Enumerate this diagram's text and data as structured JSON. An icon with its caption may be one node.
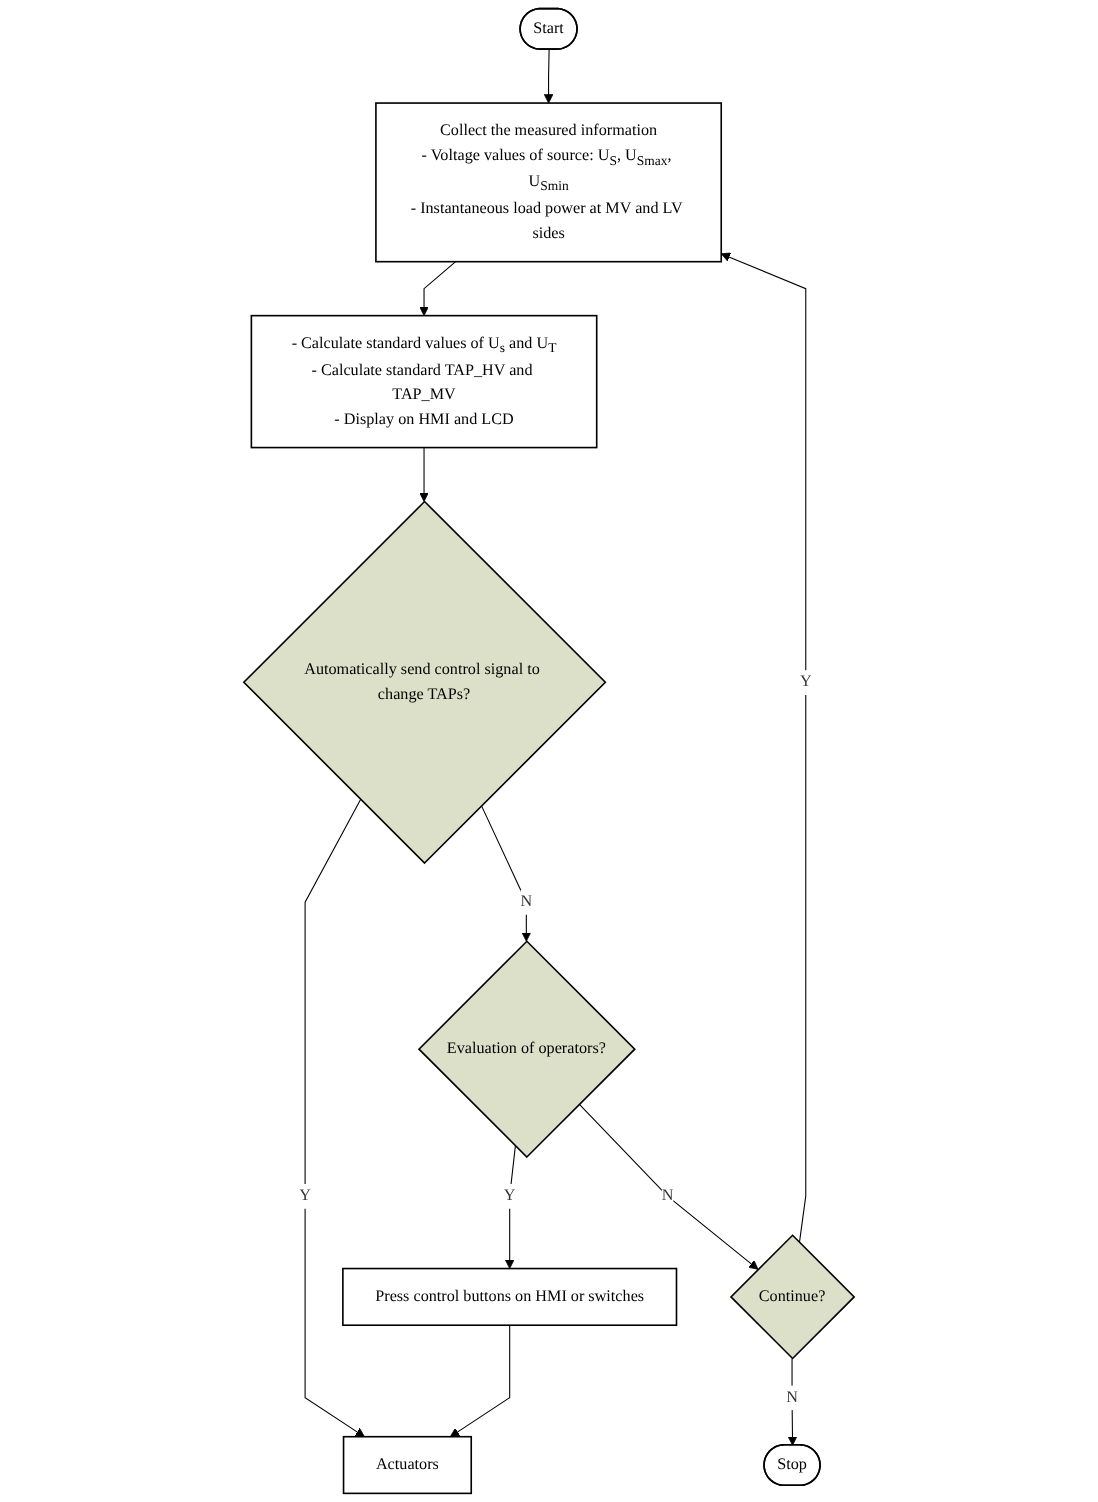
{
  "diagram": {
    "nodes": [
      {
        "text": [
          "Start"
        ]
      },
      {
        "text": [
          "Collect the measured information",
          "- Voltage values of source: U$_{S}$, U$_{Smax}$, U$_{Smin}$",
          "- Instantaneous load power at MV and LV sides"
        ]
      },
      {
        "text": [
          "- Calculate standard values of U$_{s}$ and U$_{T}$",
          "- Calculate standard TAP_HV and TAP_MV",
          "- Display on HMI and LCD"
        ]
      },
      {
        "text": [
          "Automatically send control signal to change TAPs?"
        ]
      },
      {
        "text": [
          "Actuators"
        ]
      },
      {
        "text": [
          "Evaluation of operators?"
        ]
      },
      {
        "text": [
          "Press control buttons on HMI or switches"
        ]
      },
      {
        "text": [
          "Continue?"
        ]
      },
      {
        "text": [
          "Stop"
        ]
      }
    ],
    "edges": [
      {
        "from": 0,
        "to": 1,
        "arrow": "to"
      },
      {
        "from": 1,
        "to": 2,
        "arrow": "to"
      },
      {
        "from": 2,
        "to": 3,
        "arrow": "to"
      },
      {
        "from": 3,
        "to": 4,
        "arrow": "to",
        "label": "Y"
      },
      {
        "from": 3,
        "to": 5,
        "arrow": "to",
        "label": "N"
      },
      {
        "from": 5,
        "to": 6,
        "arrow": "to",
        "label": "Y"
      },
      {
        "from": 6,
        "to": 4,
        "arrow": "to"
      },
      {
        "from": 5,
        "to": 7,
        "arrow": "to",
        "label": "N"
      },
      {
        "from": 7,
        "to": 1,
        "arrow": "to",
        "label": "Y"
      },
      {
        "from": 7,
        "to": 8,
        "arrow": "to",
        "label": "N"
      }
    ]
  }
}
